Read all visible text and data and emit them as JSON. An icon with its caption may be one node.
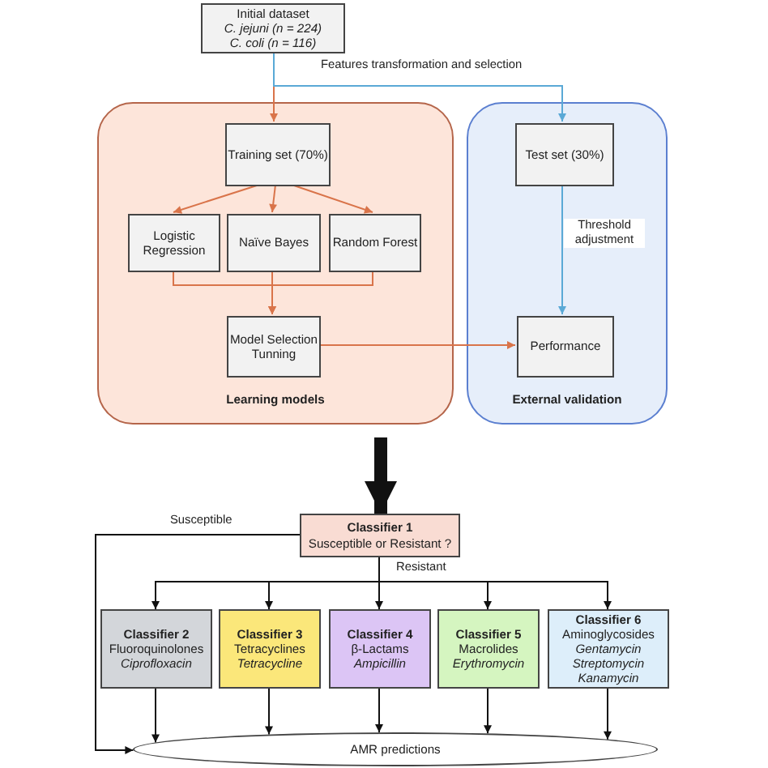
{
  "diagram": {
    "nodes": [
      {
        "text": [
          "Initial dataset",
          "C. jejuni (n = 224)",
          "C. coli (n = 116)"
        ]
      },
      {
        "text": [
          "Learning models"
        ]
      },
      {
        "text": [
          "Training set (70%)"
        ],
        "in": 1
      },
      {
        "text": [
          "Logistic Regression"
        ],
        "in": 1
      },
      {
        "text": [
          "Naïve Bayes"
        ],
        "in": 1
      },
      {
        "text": [
          "Random Forest"
        ],
        "in": 1
      },
      {
        "text": [
          "Model Selection Tunning"
        ],
        "in": 1
      },
      {
        "text": [
          "External validation"
        ]
      },
      {
        "text": [
          "Test set (30%)"
        ],
        "in": 7
      },
      {
        "text": [
          "Performance"
        ],
        "in": 7
      },
      {
        "text": [
          "Classifier 1",
          "Susceptible or Resistant ?"
        ]
      },
      {
        "text": [
          "Classifier 2",
          "Fluoroquinolones",
          "Ciprofloxacin"
        ]
      },
      {
        "text": [
          "Classifier 3",
          "Tetracyclines",
          "Tetracycline"
        ]
      },
      {
        "text": [
          "Classifier 4",
          "β-Lactams",
          "Ampicillin"
        ]
      },
      {
        "text": [
          "Classifier 5",
          "Macrolides",
          "Erythromycin"
        ]
      },
      {
        "text": [
          "Classifier 6",
          "Aminoglycosides",
          "Gentamycin",
          "Streptomycin",
          "Kanamycin"
        ]
      },
      {
        "text": [
          "AMR predictions"
        ]
      }
    ],
    "edges": [
      {
        "from": 0,
        "to": 2,
        "arrow": "to",
        "color": "#d9744a"
      },
      {
        "from": 0,
        "to": 8,
        "arrow": "to",
        "label": "Features transformation and selection",
        "color": "#5aa9d6"
      },
      {
        "from": 2,
        "to": 3,
        "arrow": "to",
        "color": "#d9744a"
      },
      {
        "from": 2,
        "to": 4,
        "arrow": "to",
        "color": "#d9744a"
      },
      {
        "from": 2,
        "to": 5,
        "arrow": "to",
        "color": "#d9744a"
      },
      {
        "from": 3,
        "to": 6,
        "arrow": "to",
        "color": "#d9744a"
      },
      {
        "from": 4,
        "to": 6,
        "arrow": "to",
        "color": "#d9744a"
      },
      {
        "from": 5,
        "to": 6,
        "arrow": "to",
        "color": "#d9744a"
      },
      {
        "from": 6,
        "to": 9,
        "arrow": "to",
        "color": "#d9744a"
      },
      {
        "from": 8,
        "to": 9,
        "arrow": "to",
        "label": "Threshold adjustment",
        "color": "#5aa9d6"
      },
      {
        "from": 1,
        "to": 10,
        "arrow": "to",
        "style": "thick"
      },
      {
        "from": 10,
        "to": 16,
        "arrow": "to",
        "label": "Susceptible"
      },
      {
        "from": 10,
        "to": 11,
        "arrow": "to"
      },
      {
        "from": 10,
        "to": 12,
        "arrow": "to"
      },
      {
        "from": 10,
        "to": 13,
        "arrow": "to",
        "label": "Resistant"
      },
      {
        "from": 10,
        "to": 14,
        "arrow": "to"
      },
      {
        "from": 10,
        "to": 15,
        "arrow": "to"
      },
      {
        "from": 11,
        "to": 16,
        "arrow": "to"
      },
      {
        "from": 12,
        "to": 16,
        "arrow": "to"
      },
      {
        "from": 13,
        "to": 16,
        "arrow": "to"
      },
      {
        "from": 14,
        "to": 16,
        "arrow": "to"
      },
      {
        "from": 15,
        "to": 16,
        "arrow": "to"
      }
    ]
  }
}
